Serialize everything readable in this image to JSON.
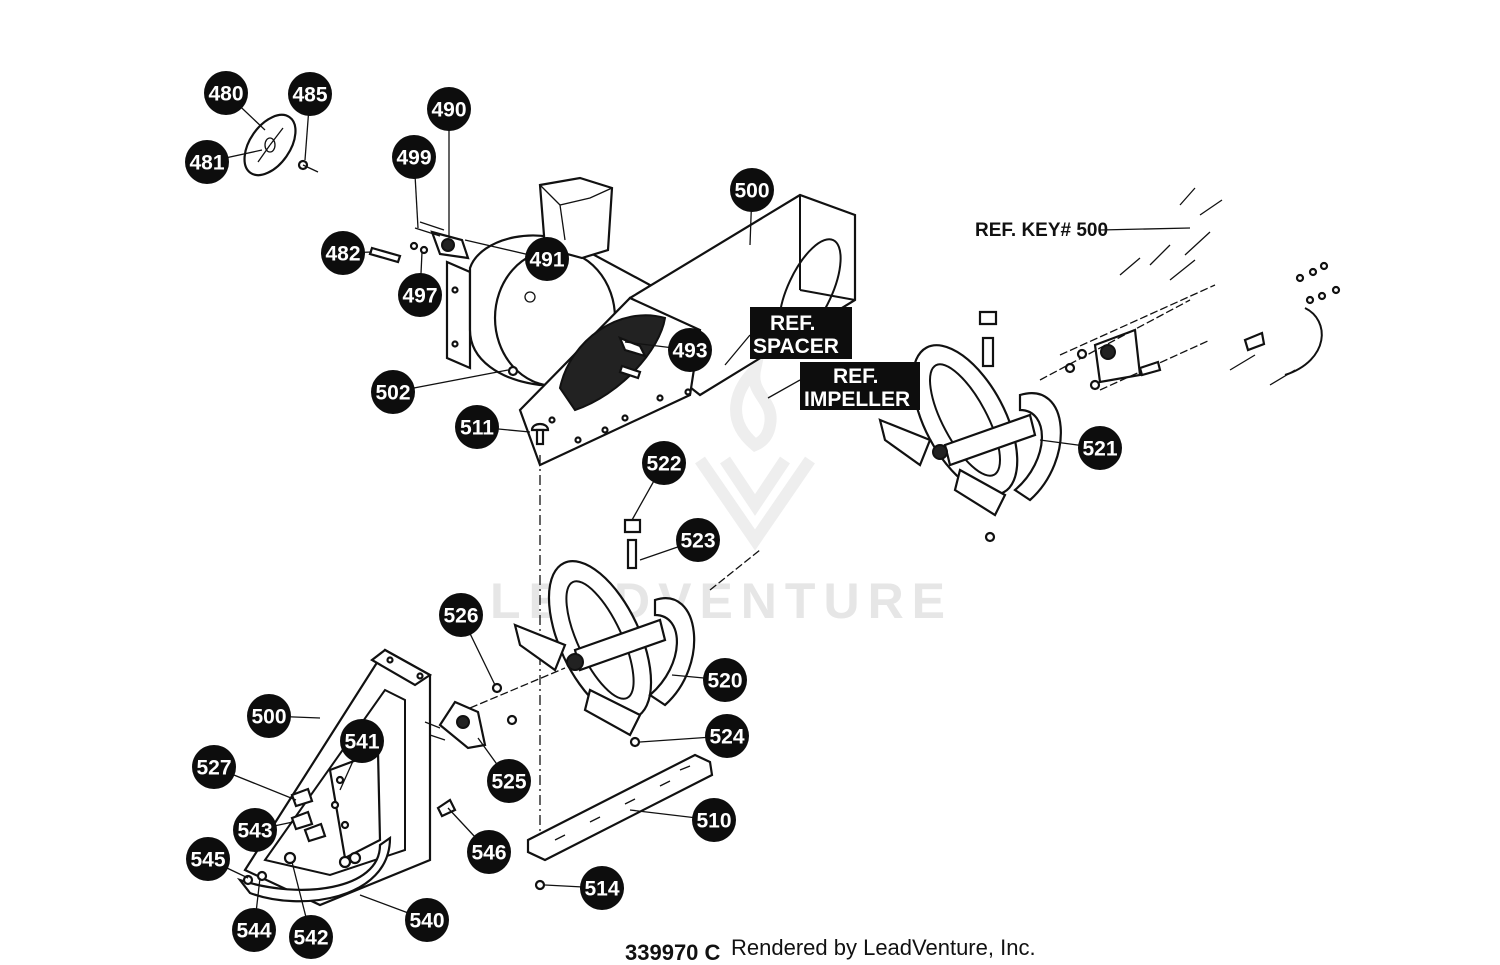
{
  "callouts": [
    {
      "id": "480",
      "label": "480"
    },
    {
      "id": "485",
      "label": "485"
    },
    {
      "id": "481",
      "label": "481"
    },
    {
      "id": "490",
      "label": "490"
    },
    {
      "id": "499",
      "label": "499"
    },
    {
      "id": "482",
      "label": "482"
    },
    {
      "id": "491",
      "label": "491"
    },
    {
      "id": "497",
      "label": "497"
    },
    {
      "id": "500a",
      "label": "500"
    },
    {
      "id": "493",
      "label": "493"
    },
    {
      "id": "502",
      "label": "502"
    },
    {
      "id": "511",
      "label": "511"
    },
    {
      "id": "522",
      "label": "522"
    },
    {
      "id": "523",
      "label": "523"
    },
    {
      "id": "521",
      "label": "521"
    },
    {
      "id": "526",
      "label": "526"
    },
    {
      "id": "520",
      "label": "520"
    },
    {
      "id": "500b",
      "label": "500"
    },
    {
      "id": "541",
      "label": "541"
    },
    {
      "id": "524",
      "label": "524"
    },
    {
      "id": "527",
      "label": "527"
    },
    {
      "id": "525",
      "label": "525"
    },
    {
      "id": "543",
      "label": "543"
    },
    {
      "id": "510",
      "label": "510"
    },
    {
      "id": "546",
      "label": "546"
    },
    {
      "id": "545",
      "label": "545"
    },
    {
      "id": "514",
      "label": "514"
    },
    {
      "id": "540",
      "label": "540"
    },
    {
      "id": "544",
      "label": "544"
    },
    {
      "id": "542",
      "label": "542"
    }
  ],
  "ref_tags": {
    "spacer_line1": "REF.",
    "spacer_line2": "SPACER",
    "impeller_line1": "REF.",
    "impeller_line2": "IMPELLER"
  },
  "ref_key": "REF. KEY# 500",
  "watermark": "LEADVENTURE",
  "footer": {
    "diagram_number": "339970 C",
    "rendered_by": "Rendered by LeadVenture, Inc."
  }
}
